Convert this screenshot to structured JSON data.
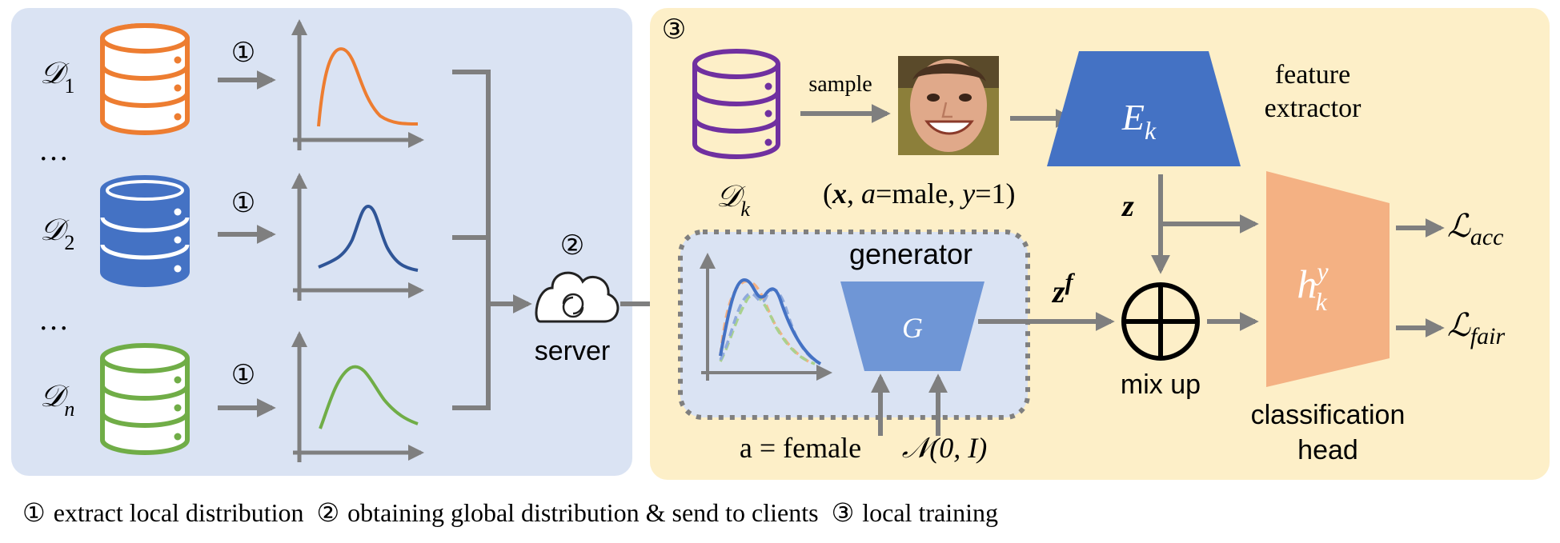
{
  "left_panel": {
    "datasets": [
      {
        "label_base": "𝒟",
        "label_sub": "1",
        "step": "①",
        "color": "#ed7d31"
      },
      {
        "label_base": "𝒟",
        "label_sub": "2",
        "step": "①",
        "color": "#4472c4"
      },
      {
        "label_base": "𝒟",
        "label_sub": "n",
        "step": "①",
        "color": "#70ad47"
      }
    ],
    "ellipsis": "…",
    "curve_colors": [
      "#ed7d31",
      "#2f5597",
      "#70ad47"
    ]
  },
  "server": {
    "step": "②",
    "label": "server"
  },
  "right_panel": {
    "step": "③",
    "dataset_base": "𝒟",
    "dataset_sub": "k",
    "dataset_color": "#7030a0",
    "sample_label": "sample",
    "sample_text": {
      "x": "x",
      "a": "a",
      "eq_male": "=male, ",
      "y": "y",
      "eq_one": "=1)"
    },
    "extractor": {
      "symbol": "E",
      "sub": "k",
      "label_line1": "feature",
      "label_line2": "extractor"
    },
    "z_label": "z",
    "zf_label": "z",
    "zf_sup": "f",
    "generator": {
      "title": "generator",
      "symbol": "G"
    },
    "gen_inputs": {
      "female": "a = female",
      "noise": "𝒩(0, I)"
    },
    "mixup_label": "mix up",
    "head": {
      "symbol": "h",
      "sup": "y",
      "sub": "k",
      "label_line1": "classification",
      "label_line2": "head"
    },
    "losses": [
      {
        "base": "ℒ",
        "sub": "acc"
      },
      {
        "base": "ℒ",
        "sub": "fair"
      }
    ]
  },
  "caption": [
    {
      "num": "①",
      "text": "extract local distribution"
    },
    {
      "num": "②",
      "text": "obtaining global distribution & send to clients"
    },
    {
      "num": "③",
      "text": "local training"
    }
  ],
  "colors": {
    "left_bg": "#dae3f3",
    "right_bg": "#fdefc8",
    "arrow": "#7f7f7f",
    "block_blue": "#4472c4",
    "gen_blue": "#6f96d6",
    "head_orange": "#f4b183"
  }
}
